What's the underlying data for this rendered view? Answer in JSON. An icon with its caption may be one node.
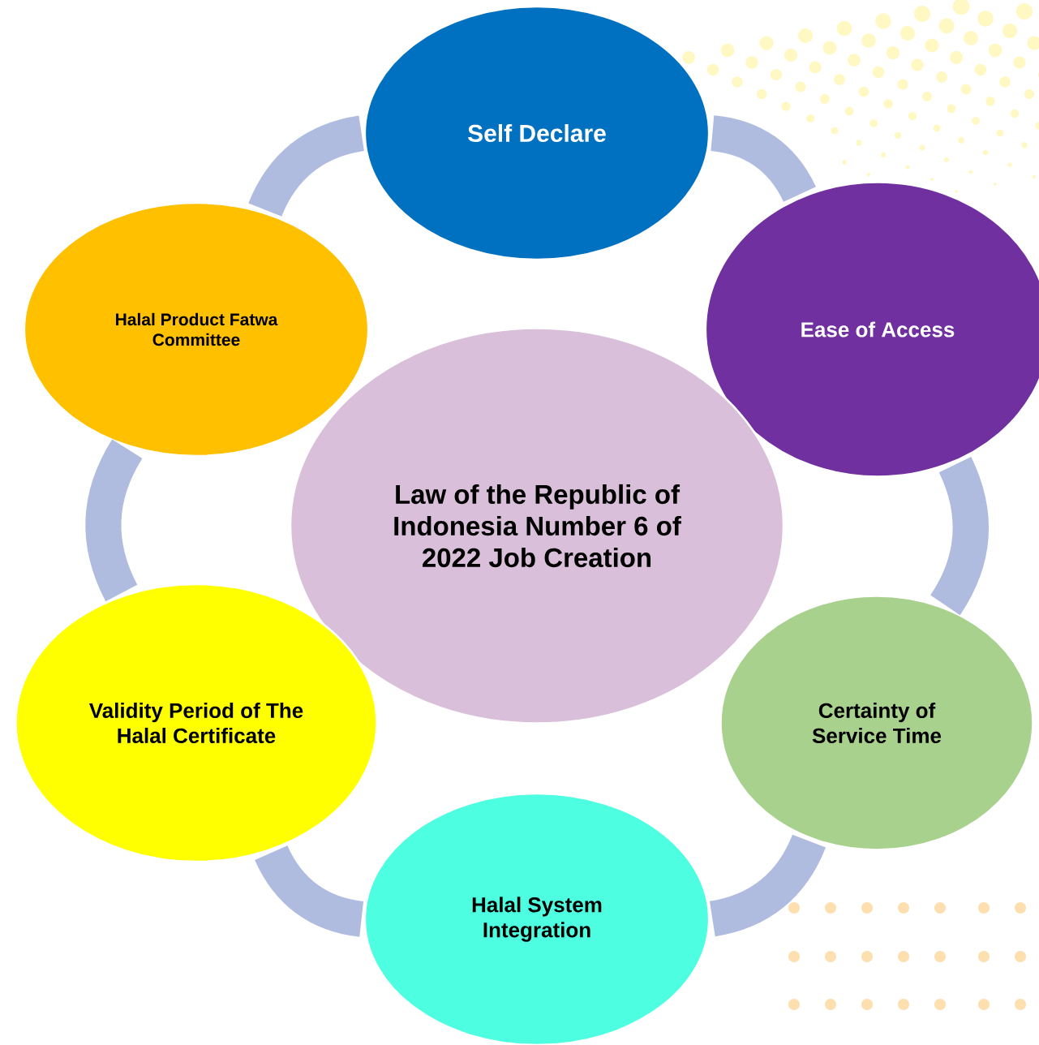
{
  "diagram": {
    "nodes": [
      {
        "text": [
          "Self Declare"
        ]
      },
      {
        "text": [
          "Halal Product Fatwa Committee"
        ]
      },
      {
        "text": [
          "Ease of Access"
        ]
      },
      {
        "text": [
          "Law of the Republic of Indonesia Number 6 of 2022 Job Creation"
        ]
      },
      {
        "text": [
          "Validity Period of The Halal Certificate"
        ]
      },
      {
        "text": [
          "Certainty of Service Time"
        ]
      },
      {
        "text": [
          "Halal System Integration"
        ]
      }
    ],
    "edges": [
      {
        "from": 0,
        "to": 2,
        "arrow": "none"
      },
      {
        "from": 2,
        "to": 5,
        "arrow": "none"
      },
      {
        "from": 5,
        "to": 6,
        "arrow": "none"
      },
      {
        "from": 6,
        "to": 4,
        "arrow": "none"
      },
      {
        "from": 4,
        "to": 1,
        "arrow": "none"
      },
      {
        "from": 1,
        "to": 0,
        "arrow": "none"
      }
    ]
  }
}
